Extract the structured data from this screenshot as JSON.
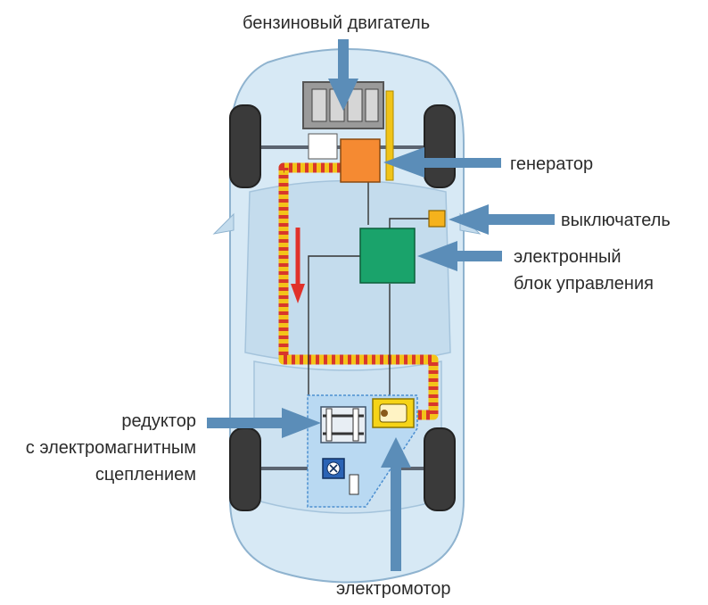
{
  "labels": {
    "engine": "бензиновый двигатель",
    "generator": "генератор",
    "switch": "выключатель",
    "ecu_line1": "электронный",
    "ecu_line2": "блок управления",
    "reducer_line1": "редуктор",
    "reducer_line2": "с электромагнитным",
    "reducer_line3": "сцеплением",
    "motor": "электромотор"
  },
  "colors": {
    "arrow": "#5b8db8",
    "car_body": "#cfe4f3",
    "car_outline": "#7fa7c6",
    "generator_box": "#f58a32",
    "ecu_box": "#1aa36b",
    "switch_box": "#f5b21c",
    "power_line": "#f3c419",
    "power_line_dash": "#d8372b",
    "direction_arrow": "#e0312a",
    "motor_frame": "#f6d417",
    "wheel": "#3a3a3a"
  }
}
